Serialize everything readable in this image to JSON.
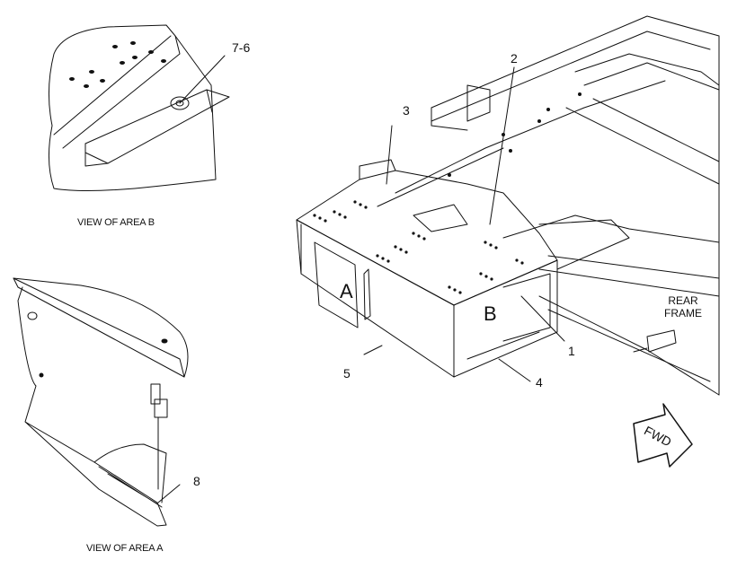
{
  "callouts": {
    "c1": "1",
    "c2": "2",
    "c3": "3",
    "c4": "4",
    "c5": "5",
    "c7_6": "7-6",
    "c8": "8"
  },
  "area_labels": {
    "a": "A",
    "b": "B"
  },
  "captions": {
    "view_b": "VIEW OF AREA B",
    "view_a": "VIEW OF AREA A"
  },
  "rear_frame": {
    "line1": "REAR",
    "line2": "FRAME"
  },
  "direction_arrow": "FWD"
}
